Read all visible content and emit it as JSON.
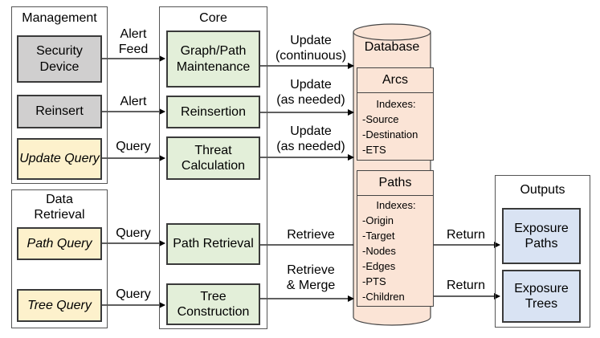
{
  "management": {
    "title": "Management",
    "security_device": "Security Device",
    "reinsert": "Reinsert",
    "update_query": "Update Query"
  },
  "core": {
    "title": "Core",
    "graph_path_maintenance": "Graph/Path Maintenance",
    "reinsertion": "Reinsertion",
    "threat_calculation": "Threat Calculation",
    "path_retrieval": "Path Retrieval",
    "tree_construction": "Tree Construction"
  },
  "data_retrieval": {
    "title_line1": "Data",
    "title_line2": "Retrieval",
    "path_query": "Path Query",
    "tree_query": "Tree Query"
  },
  "database": {
    "title": "Database",
    "arcs": {
      "title": "Arcs",
      "indexes_label": "Indexes:",
      "indexes": [
        "-Source",
        "-Destination",
        "-ETS"
      ]
    },
    "paths": {
      "title": "Paths",
      "indexes_label": "Indexes:",
      "indexes": [
        "-Origin",
        "-Target",
        "-Nodes",
        "-Edges",
        "-PTS",
        "-Children"
      ]
    }
  },
  "outputs": {
    "title": "Outputs",
    "exposure_paths": "Exposure Paths",
    "exposure_trees": "Exposure Trees"
  },
  "edges": {
    "alert_feed_1": "Alert",
    "alert_feed_2": "Feed",
    "alert": "Alert",
    "query_update": "Query",
    "query_path": "Query",
    "query_tree": "Query",
    "update_continuous_1": "Update",
    "update_continuous_2": "(continuous)",
    "update_as_needed_a1": "Update",
    "update_as_needed_a2": "(as needed)",
    "update_as_needed_b1": "Update",
    "update_as_needed_b2": "(as needed)",
    "retrieve": "Retrieve",
    "retrieve_merge_1": "Retrieve",
    "retrieve_merge_2": "& Merge",
    "return_paths": "Return",
    "return_trees": "Return"
  },
  "colors": {
    "gray_fill": "#d0cfcf",
    "yellow_fill": "#fdf1cc",
    "green_fill": "#e3efd9",
    "blue_fill": "#d9e3f3",
    "database_fill": "#fbe4d6"
  }
}
